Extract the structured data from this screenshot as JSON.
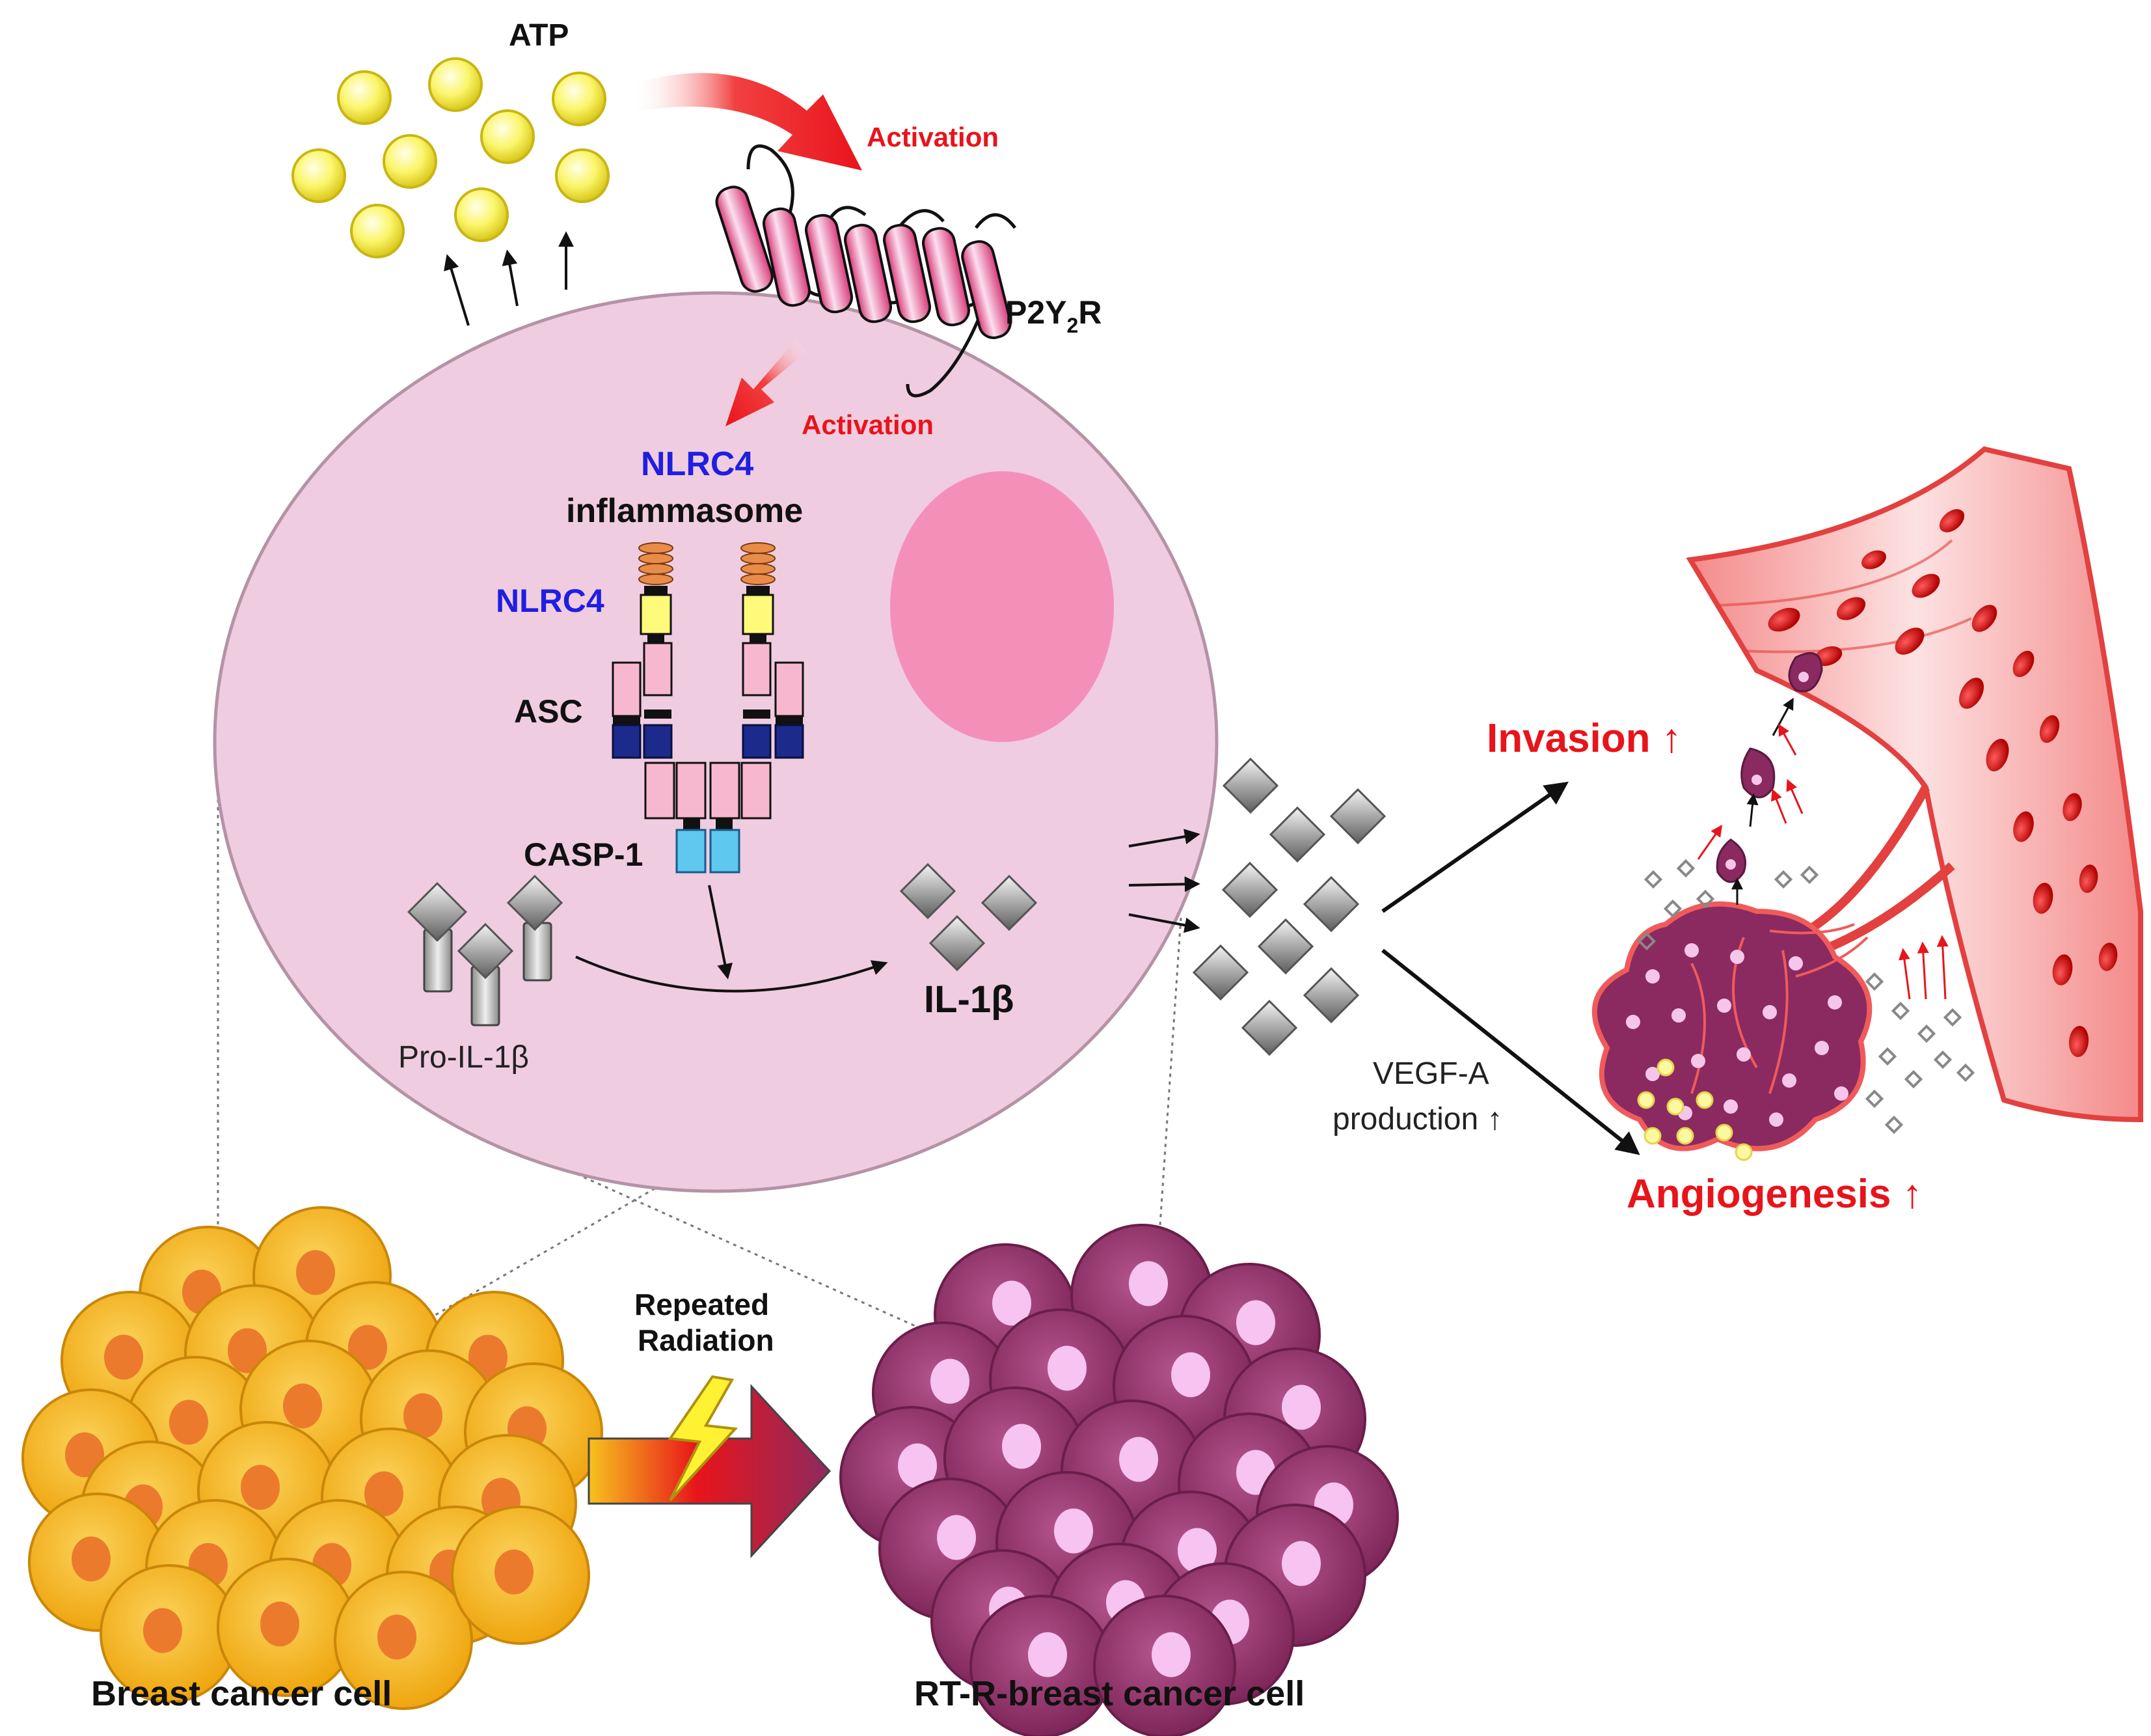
{
  "labels": {
    "atp": "ATP",
    "activation_top": "Activation",
    "receptor_main": "P2Y",
    "receptor_sub": "2",
    "receptor_end": "R",
    "activation_mid": "Activation",
    "nlrc4_title": "NLRC4",
    "inflammasome": "inflammasome",
    "nlrc4": "NLRC4",
    "asc": "ASC",
    "casp1": "CASP-1",
    "pro_il1b": "Pro-IL-1β",
    "il1b": "IL-1β",
    "vegf_line1": "VEGF-A",
    "vegf_line2": "production ↑",
    "invasion": "Invasion ↑",
    "angiogenesis": "Angiogenesis ↑",
    "repeated_line1": "Repeated",
    "repeated_line2": "Radiation",
    "breast_cancer_cell": "Breast cancer cell",
    "rtr_breast_cancer_cell": "RT-R-breast cancer cell"
  },
  "colors": {
    "activation_red": "#e8141b",
    "nlrc4_blue": "#1f1fe0",
    "cell_pink": "#f0cce0",
    "nucleus_pink": "#f490b8",
    "vessel_red": "#f05a5a",
    "orange_cell": "#f5b41e",
    "purple_cell": "#9a3a74"
  }
}
